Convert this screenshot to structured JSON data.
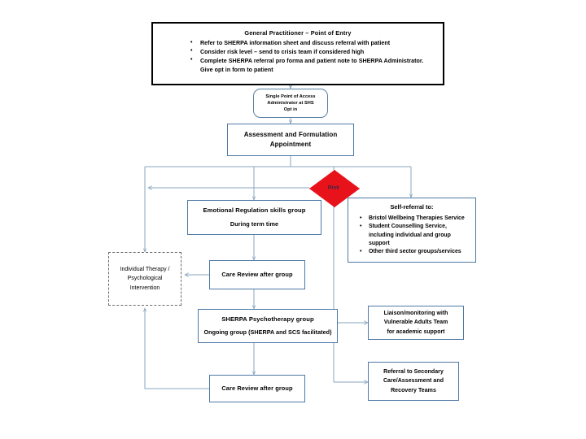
{
  "diagram": {
    "title": "SHERPA referral pathway flowchart",
    "colors": {
      "box_border": "#4f79a4",
      "connector": "#8aa5bf",
      "risk_fill": "#e8131a",
      "gp_border": "#000000",
      "dashed_border": "#6a6a6a"
    }
  },
  "gp_box": {
    "heading": "General Practitioner – Point of Entry",
    "bullets": [
      "Refer to SHERPA information sheet and discuss referral with patient",
      "Consider risk level – send to crisis team if considered high",
      "Complete SHERPA referral pro forma and patient note to SHERPA Administrator.  Give opt in form to patient"
    ]
  },
  "spoa_box": {
    "lines": [
      "Single Point of Access",
      "Administrator at SHS",
      "Opt in"
    ]
  },
  "assessment_box": {
    "lines": [
      "Assessment and Formulation",
      "Appointment"
    ]
  },
  "risk_diamond": {
    "label": "Risk"
  },
  "emotional_regulation_box": {
    "title": "Emotional Regulation skills group",
    "subtitle": "During term time"
  },
  "self_referral_box": {
    "heading": "Self-referral to:",
    "bullets": [
      "Bristol Wellbeing Therapies Service",
      "Student Counselling Service, including individual and group support",
      "Other third sector groups/services"
    ]
  },
  "care_review_1_box": {
    "title": "Care Review after group"
  },
  "individual_therapy_box": {
    "lines": [
      "Individual Therapy /",
      "Psychological",
      "Intervention"
    ]
  },
  "sherpa_psychotherapy_box": {
    "title": "SHERPA Psychotherapy group",
    "subtitle": "Ongoing group (SHERPA and SCS facilitated)"
  },
  "care_review_2_box": {
    "title": "Care Review after group"
  },
  "liaison_box": {
    "lines": [
      "Liaison/monitoring with",
      "Vulnerable Adults Team",
      "for academic support"
    ]
  },
  "secondary_care_box": {
    "lines": [
      "Referral to Secondary",
      "Care/Assessment and",
      "Recovery Teams"
    ]
  }
}
